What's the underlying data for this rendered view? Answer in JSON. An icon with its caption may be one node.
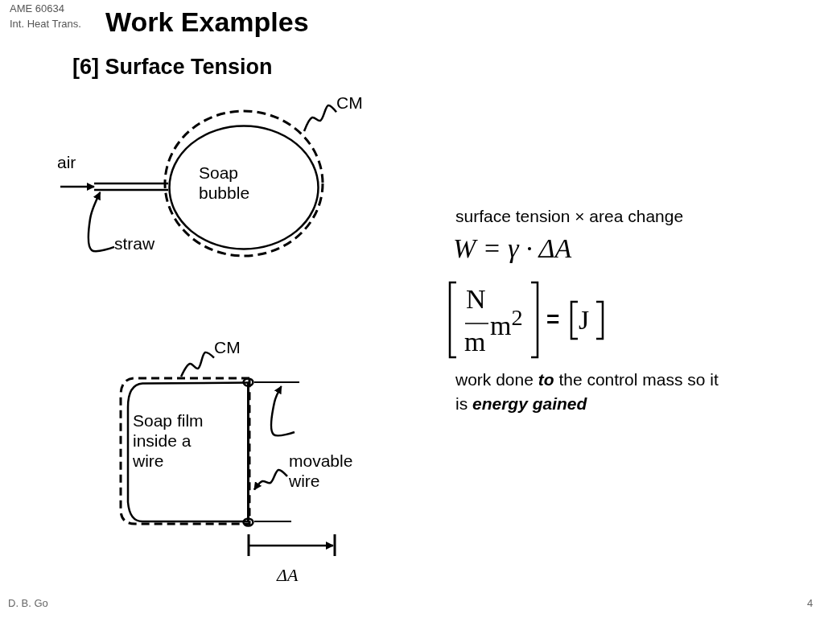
{
  "diagram": {
    "title": "Work Examples",
    "nodes": [
      {
        "text": [
          "CM"
        ]
      },
      {
        "text": [],
        "shape": "circle"
      },
      {
        "text": [
          "Soap bubble"
        ],
        "in": 1
      },
      {
        "text": [
          "straw"
        ]
      },
      {
        "text": [],
        "shape": "bar"
      },
      {
        "text": [
          "CM"
        ]
      },
      {
        "text": [],
        "shape": "box"
      },
      {
        "text": [
          "Soap film inside a wire"
        ],
        "in": 6
      },
      {
        "text": [
          "movable wire"
        ]
      },
      {
        "text": [],
        "shape": "bar"
      },
      {
        "text": [],
        "shape": "bar"
      }
    ],
    "edges": [
      {
        "from": 0,
        "to": 1,
        "arrow": "none"
      },
      {
        "from": 3,
        "to": 4,
        "arrow": "to"
      },
      {
        "from": null,
        "to": 4,
        "arrow": "to"
      },
      {
        "from": 5,
        "to": 6,
        "arrow": "none"
      },
      {
        "from": 8,
        "to": 9,
        "arrow": "to"
      },
      {
        "from": null,
        "to": 10,
        "arrow": "to"
      }
    ],
    "labels": [
      "AME 60634",
      "Int. Heat Trans.",
      "[6] Surface Tension",
      "air",
      "ΔA",
      "surface tension × area change",
      "W = γ · ΔA",
      "N",
      "m",
      "m$^{2}$",
      "=",
      "J",
      "work done **to** the control mass so it is **energy gained**",
      "D. B. Go",
      "4"
    ]
  }
}
